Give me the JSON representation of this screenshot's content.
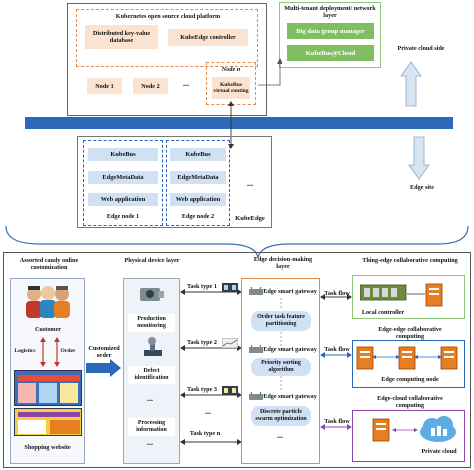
{
  "top": {
    "platform_title": "Kubernetes open source cloud platform",
    "distributed_db": "Distributed key-value database",
    "kubeedge_controller": "KubeEdge controller",
    "node1": "Node 1",
    "node2": "Node 2",
    "node_n": "Node n",
    "kubebus_vr": "KubeBus virtual routing",
    "ellipsis": "...",
    "multi_tenant_title": "Multi-tenant deployment/ network layer",
    "big_data_manager": "Big data group manager",
    "kubebus_cloud": "KubeBus@Cloud",
    "private_cloud_side": "Private cloud side",
    "edge_site": "Edge site",
    "kubeedge_label": "KubeEdge",
    "edge_node1": {
      "kubebus": "KubeBus",
      "edgemetadata": "EdgeMetaData",
      "webapp": "Web application",
      "label": "Edge node 1"
    },
    "edge_node2": {
      "kubebus": "KubeBus",
      "edgemetadata": "EdgeMetaData",
      "webapp": "Web application",
      "label": "Edge node 2"
    }
  },
  "bottom": {
    "candy_title": "Assorted candy online customization",
    "customer": "Customer",
    "logistics": "Logistics",
    "order": "Order",
    "shopping_website": "Shopping website",
    "customized_order": "Customized order",
    "physical_title": "Physical device layer",
    "production_monitoring": "Production monitoring",
    "defect_identification": "Defect identification",
    "processing_information": "Processing information",
    "task_type1": "Task type 1",
    "task_type2": "Task type 2",
    "task_type3": "Task type 3",
    "task_typen": "Task type n",
    "decision_title": "Edge decision-making layer",
    "edge_gateway1": "Edge smart gateway",
    "edge_gateway2": "Edge smart gateway",
    "edge_gateway3": "Edge smart gateway",
    "order_task": "Order task feature partitioning",
    "priority_sorting": "Priority sorting algorithm",
    "discrete_pso": "Discrete particle swarm optimization",
    "task_flow": "Task flow",
    "thing_edge_title": "Thing-edge collaborative computing",
    "local_controller": "Local controller",
    "edge_edge_title": "Edge-edge collaborative computing",
    "edge_computing_node": "Edge computing node",
    "edge_cloud_title": "Edge-cloud collaborative computing",
    "private_cloud": "Private cloud",
    "ellipsis": "..."
  }
}
